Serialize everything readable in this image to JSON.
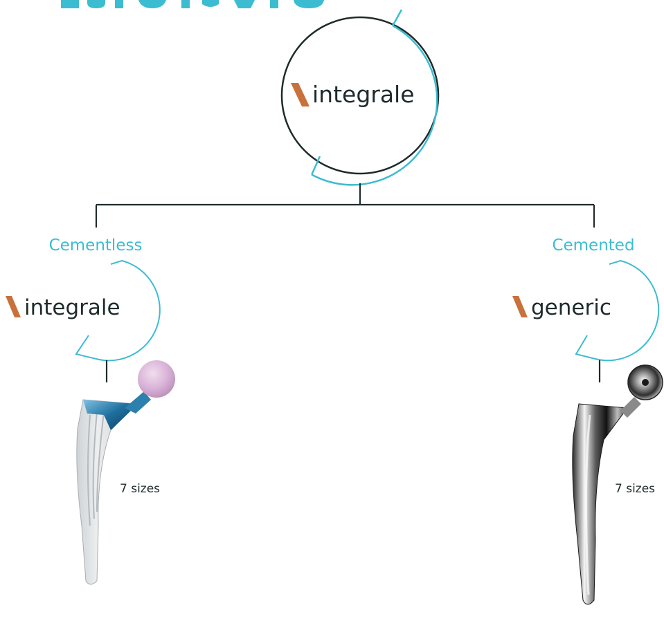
{
  "colors": {
    "accent": "#3cbcd0",
    "line": "#1f2b2b",
    "logo_mark": "#c8713a",
    "text": "#1f2b2b"
  },
  "root": {
    "brand": "integrale",
    "logo_icon": "slash-mark-icon"
  },
  "branches": [
    {
      "category": "Cementless",
      "brand": "integrale",
      "logo_icon": "slash-mark-icon",
      "sizes_label": "7 sizes",
      "implant_image": "coated-femoral-stem-with-ceramic-head"
    },
    {
      "category": "Cemented",
      "brand": "generic",
      "logo_icon": "slash-mark-icon",
      "sizes_label": "7 sizes",
      "implant_image": "polished-metal-femoral-stem-with-metal-head"
    }
  ]
}
